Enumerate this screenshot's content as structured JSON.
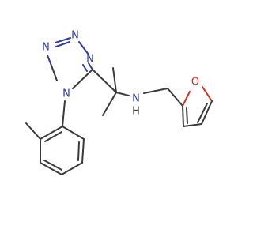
{
  "molecule": {
    "atom_labels": {
      "tetrazole_n2": "N",
      "tetrazole_n3": "N",
      "tetrazole_n4": "N",
      "tetrazole_n1": "N",
      "amine_n": "N",
      "amine_h": "H",
      "furan_o": "O"
    },
    "colors": {
      "bond": "#3a3a3a",
      "nitrogen": "#2f3aa6",
      "oxygen": "#d2321e"
    }
  }
}
